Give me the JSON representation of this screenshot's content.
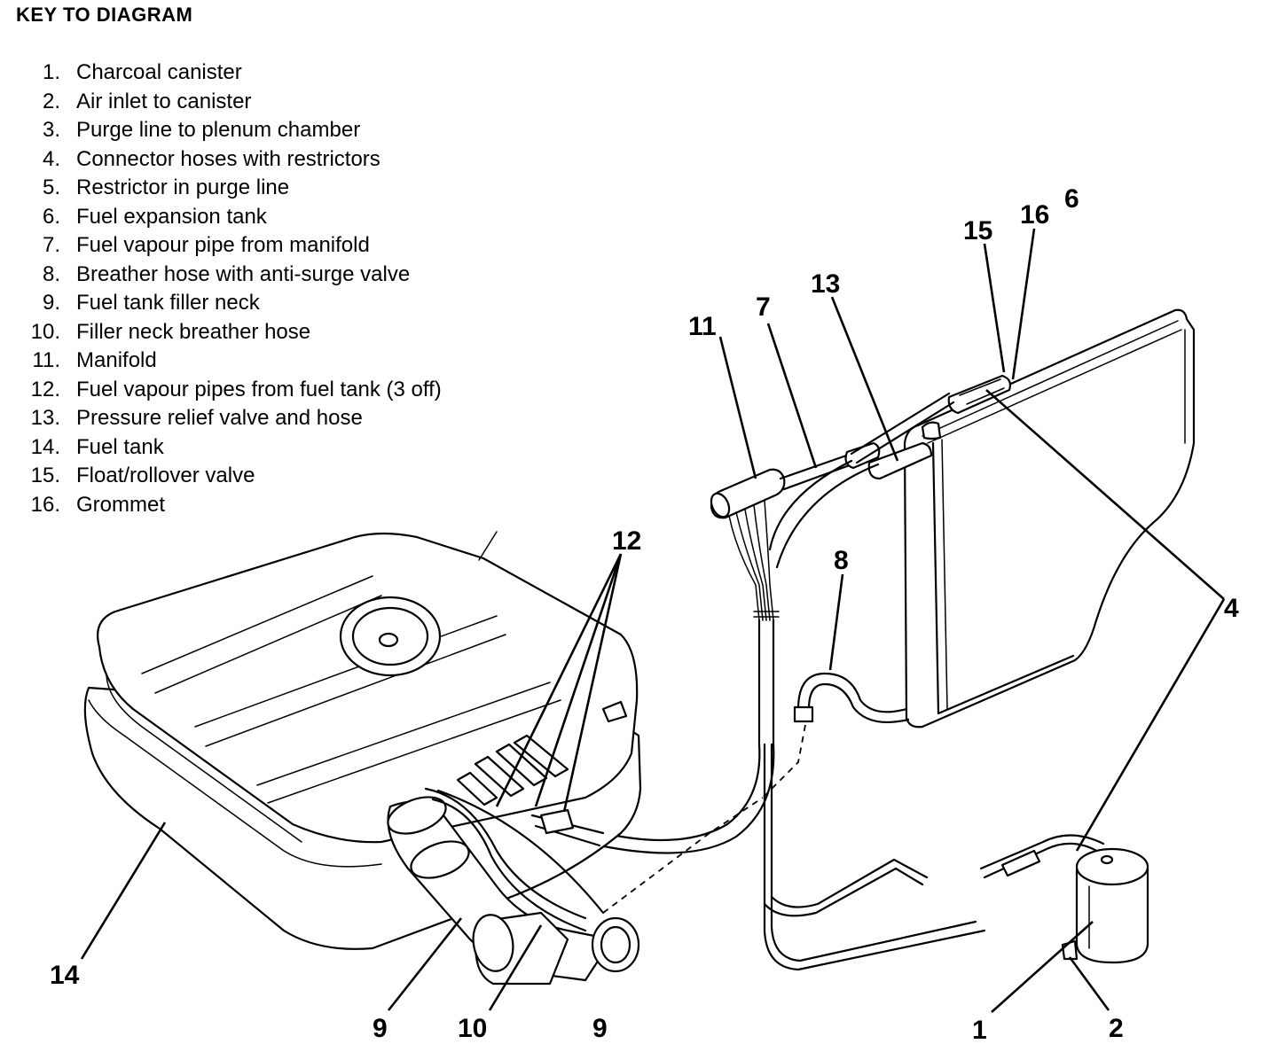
{
  "key": {
    "title": "KEY TO DIAGRAM",
    "items": [
      {
        "num": "1.",
        "text": "Charcoal canister"
      },
      {
        "num": "2.",
        "text": "Air inlet to canister"
      },
      {
        "num": "3.",
        "text": "Purge line to plenum chamber"
      },
      {
        "num": "4.",
        "text": "Connector hoses with restrictors"
      },
      {
        "num": "5.",
        "text": "Restrictor in purge line"
      },
      {
        "num": "6.",
        "text": "Fuel expansion tank"
      },
      {
        "num": "7.",
        "text": "Fuel vapour pipe from manifold"
      },
      {
        "num": "8.",
        "text": "Breather hose with anti-surge valve"
      },
      {
        "num": "9.",
        "text": "Fuel tank filler neck"
      },
      {
        "num": "10.",
        "text": "Filler neck breather hose"
      },
      {
        "num": "11.",
        "text": "Manifold"
      },
      {
        "num": "12.",
        "text": "Fuel vapour pipes from fuel tank (3 off)"
      },
      {
        "num": "13.",
        "text": "Pressure relief valve and hose"
      },
      {
        "num": "14.",
        "text": "Fuel tank"
      },
      {
        "num": "15.",
        "text": "Float/rollover valve"
      },
      {
        "num": "16.",
        "text": "Grommet"
      }
    ]
  },
  "callouts": {
    "c1": "1",
    "c2": "2",
    "c4": "4",
    "c6": "6",
    "c7": "7",
    "c8": "8",
    "c9a": "9",
    "c9b": "9",
    "c10": "10",
    "c11": "11",
    "c12": "12",
    "c13": "13",
    "c14": "14",
    "c15": "15",
    "c16": "16"
  }
}
